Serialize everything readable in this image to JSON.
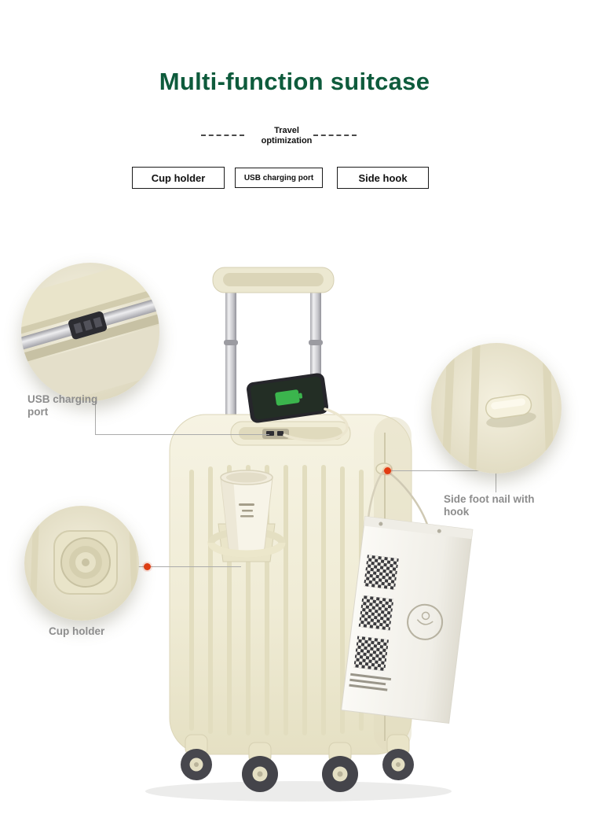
{
  "header": {
    "title": "Multi-function suitcase",
    "tagline_line1": "Travel",
    "tagline_line2": "optimization"
  },
  "feature_tags": [
    {
      "label": "Cup holder"
    },
    {
      "label": "USB charging port"
    },
    {
      "label": "Side hook"
    }
  ],
  "callouts": {
    "usb": {
      "line1": "USB charging",
      "line2": "port"
    },
    "hook": {
      "line1": "Side foot nail with",
      "line2": "hook"
    },
    "cup": {
      "label": "Cup holder"
    }
  },
  "colors": {
    "title_green": "#0e5b3c",
    "suitcase_cream": "#f0ecd6",
    "accent_dot_red": "#e23c12",
    "callout_label_gray": "#8d8d8d"
  }
}
